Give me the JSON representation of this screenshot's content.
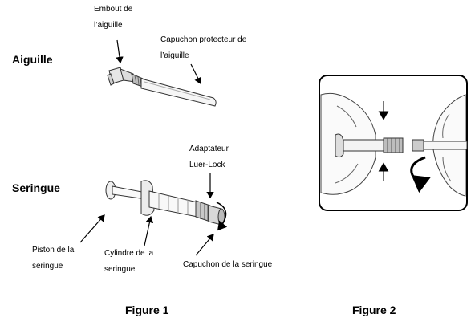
{
  "figure1": {
    "needle_title": "Aiguille",
    "syringe_title": "Seringue",
    "labels": {
      "needle_hub": [
        "Embout de",
        "l’aiguille"
      ],
      "needle_cap": [
        "Capuchon protecteur de",
        "l’aiguille"
      ],
      "luer_lock": [
        "Adaptateur",
        "Luer-Lock"
      ],
      "plunger": [
        "Piston de la",
        "seringue"
      ],
      "barrel": [
        "Cylindre de la",
        "seringue"
      ],
      "syringe_cap": "Capuchon de la seringue"
    },
    "caption": "Figure 1"
  },
  "figure2": {
    "caption": "Figure 2"
  }
}
